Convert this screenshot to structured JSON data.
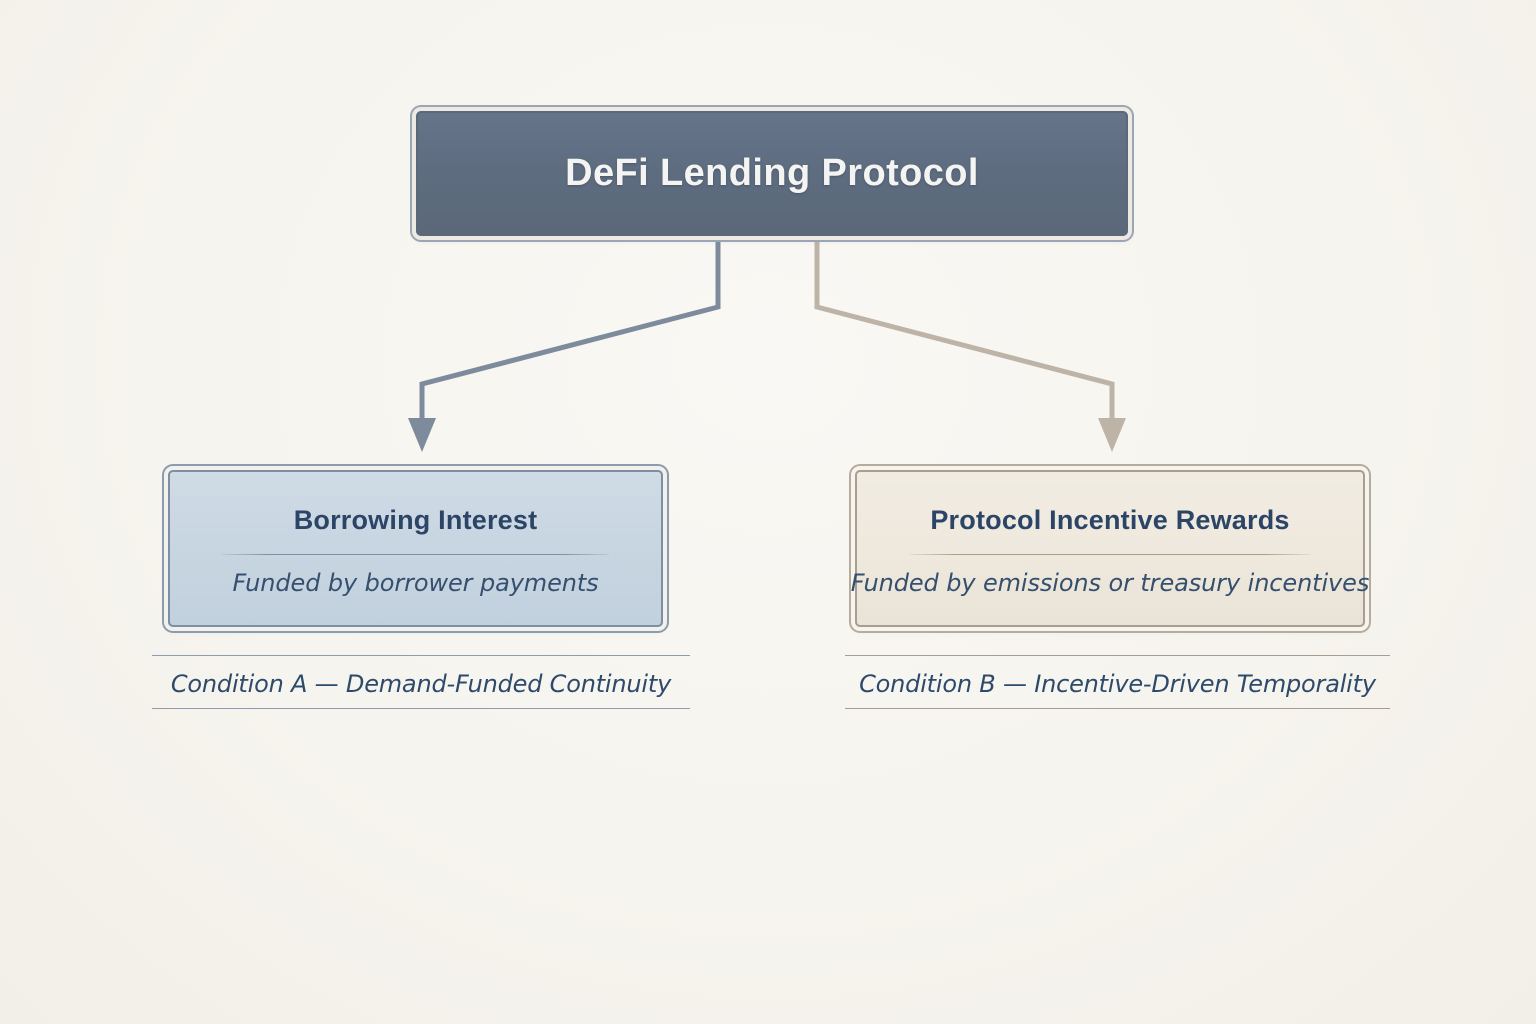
{
  "diagram": {
    "background_color": "#f7f5f0",
    "root": {
      "title": "DeFi Lending Protocol",
      "fill_color": "#5e6c80",
      "text_color": "#f4f4f2"
    },
    "branches": [
      {
        "id": "left",
        "title": "Borrowing Interest",
        "subtitle": "Funded by borrower payments",
        "caption": "Condition A — Demand-Funded Continuity",
        "fill_color": "#c7d5e1",
        "border_color": "#7e8ea3",
        "connector_color": "#7d8b9c",
        "title_color": "#2c4566"
      },
      {
        "id": "right",
        "title": "Protocol Incentive Rewards",
        "subtitle": "Funded by emissions or treasury incentives",
        "caption": "Condition B — Incentive-Driven Temporality",
        "fill_color": "#eee8dd",
        "border_color": "#a99e90",
        "connector_color": "#bdb3a6",
        "title_color": "#2c4566"
      }
    ]
  }
}
